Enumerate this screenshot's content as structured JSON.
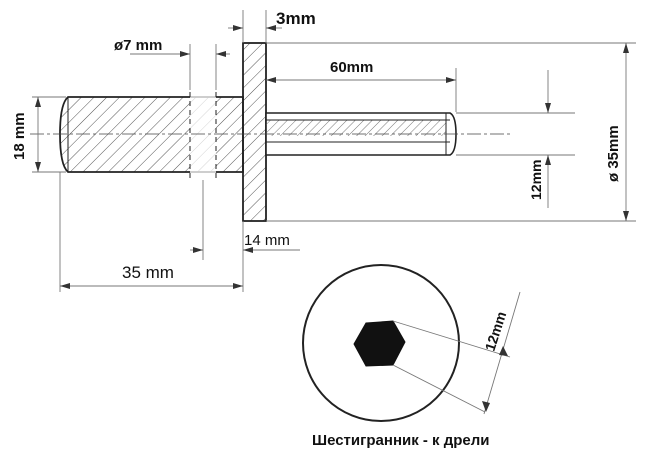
{
  "labels": {
    "flange_thickness": "3mm",
    "hole_diameter": "ø7 mm",
    "shaft_length": "60mm",
    "body_diameter": "18 mm",
    "flange_diameter": "ø 35mm",
    "hex_across_flats": "12mm",
    "gap": "14 mm",
    "body_length": "35 mm",
    "hex_end_view": "12mm",
    "caption": "Шестигранник - к дрели"
  },
  "colors": {
    "line": "#222222",
    "dimension": "#777777",
    "hatch": "#555555",
    "hex_fill": "#111111",
    "background": "#ffffff"
  }
}
